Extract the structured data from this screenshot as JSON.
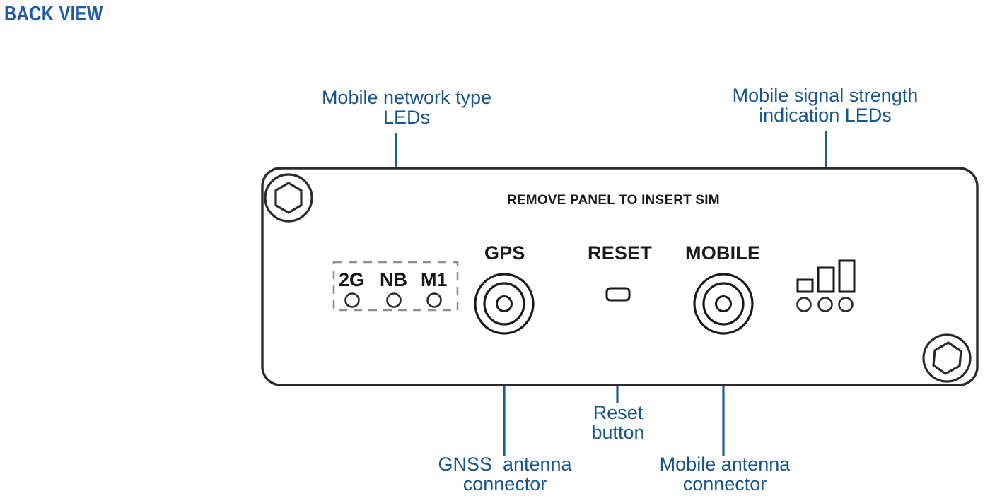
{
  "title": "BACK VIEW",
  "theme": {
    "title_blue": "#1f5aa8",
    "callout_blue": "#17558f",
    "leader_blue": "#1b5e9e",
    "panel_outline": "#2b2b2b",
    "silkscreen_black": "#1a1a1a",
    "dashed_box": "#8f8f8f",
    "background": "#ffffff"
  },
  "callouts": {
    "network_type_leds": "Mobile network type\nLEDs",
    "signal_strength_leds": "Mobile signal strength\nindication LEDs",
    "reset_button": "Reset\nbutton",
    "gnss_antenna": "GNSS  antenna\nconnector",
    "mobile_antenna": "Mobile antenna\nconnector"
  },
  "panel": {
    "sim_note": "REMOVE PANEL TO INSERT SIM",
    "ports": [
      {
        "label": "GPS",
        "type": "coaxial-connector"
      },
      {
        "label": "RESET",
        "type": "pinhole-button"
      },
      {
        "label": "MOBILE",
        "type": "coaxial-connector"
      }
    ],
    "network_leds": {
      "labels": [
        "2G",
        "NB",
        "M1"
      ],
      "count": 3,
      "boxed": true
    },
    "signal_leds": {
      "count": 3,
      "bars": [
        {
          "name": "bar-low",
          "width": 19,
          "height": 16
        },
        {
          "name": "bar-medium",
          "width": 20,
          "height": 30
        },
        {
          "name": "bar-high",
          "width": 20,
          "height": 43
        }
      ]
    },
    "screws": [
      {
        "name": "screw-top-left",
        "type": "hex-socket"
      },
      {
        "name": "screw-bottom-right",
        "type": "hex-socket"
      }
    ]
  }
}
